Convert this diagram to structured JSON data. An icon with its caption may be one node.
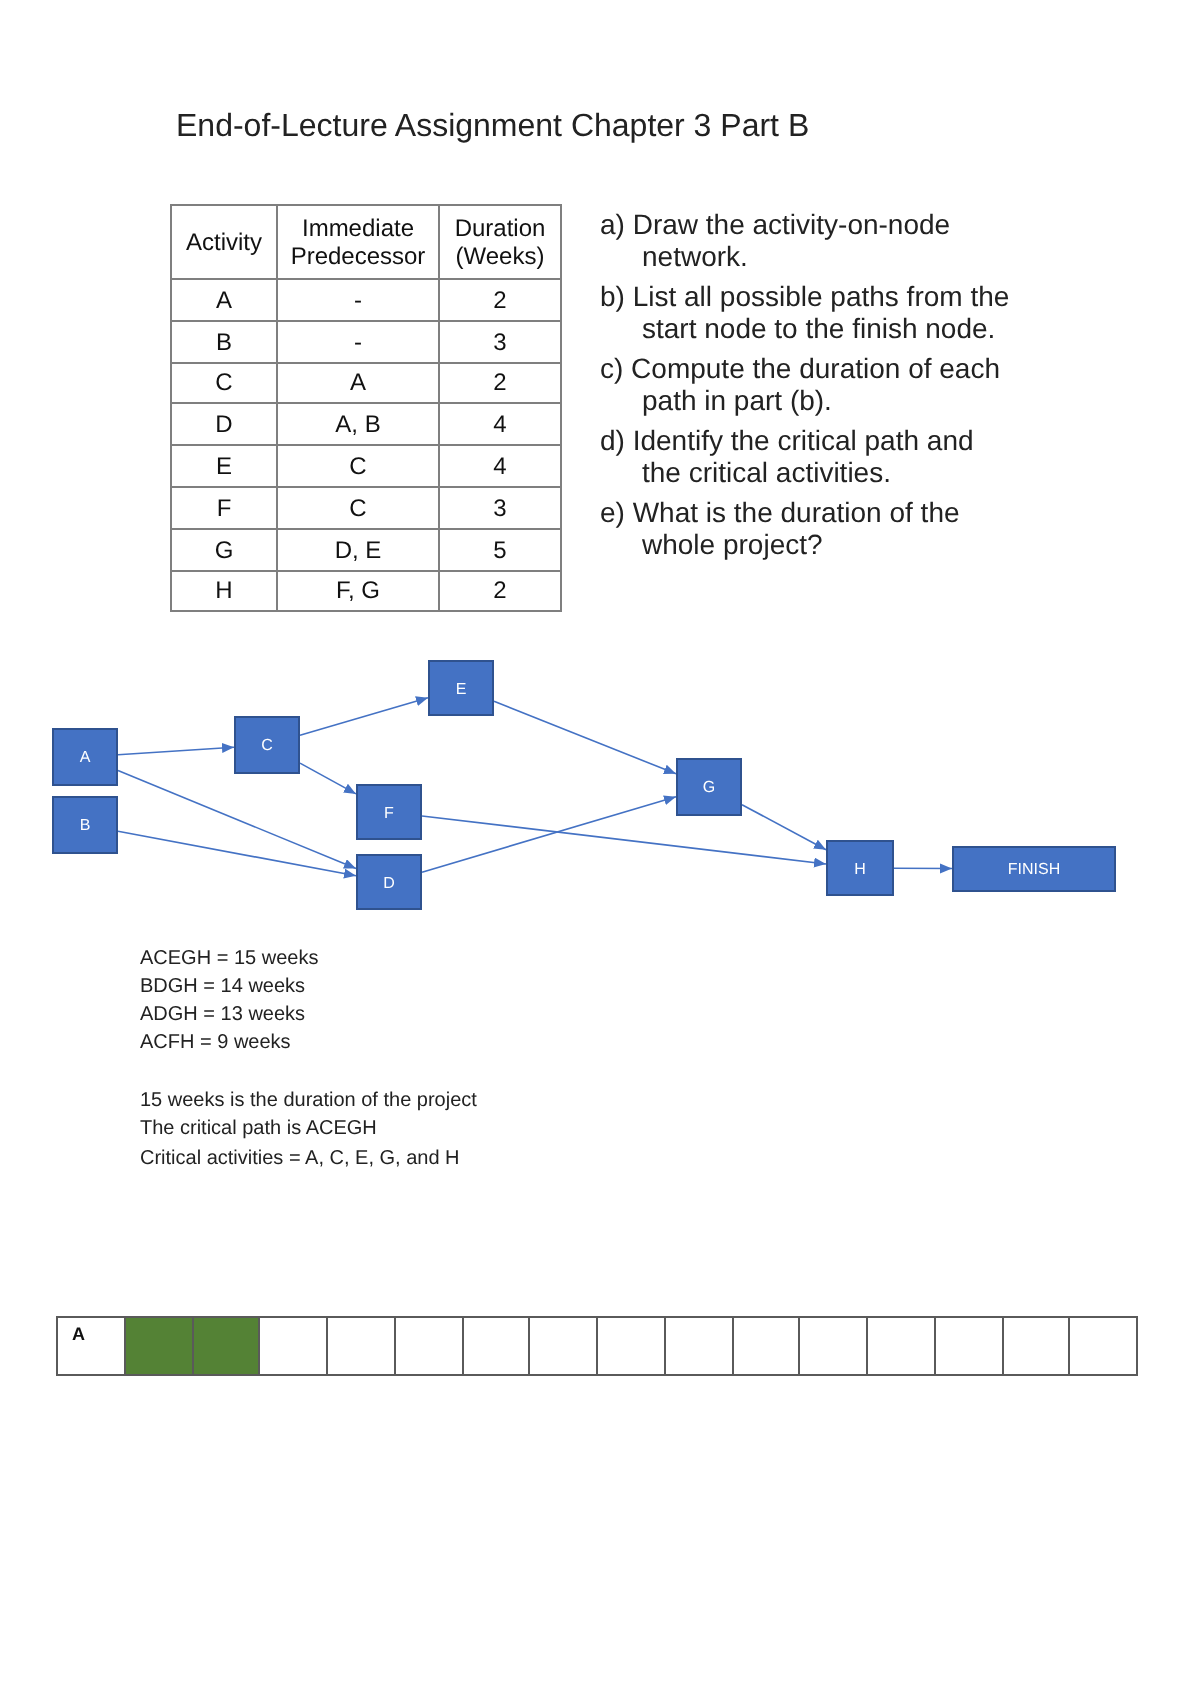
{
  "diagram": {
    "title": "End-of-Lecture Assignment Chapter 3 Part B",
    "nodes": [
      {
        "text": [
          "A"
        ]
      },
      {
        "text": [
          "B"
        ]
      },
      {
        "text": [
          "C"
        ]
      },
      {
        "text": [
          "D"
        ]
      },
      {
        "text": [
          "E"
        ]
      },
      {
        "text": [
          "F"
        ]
      },
      {
        "text": [
          "G"
        ]
      },
      {
        "text": [
          "H"
        ]
      },
      {
        "text": [
          "FINISH"
        ]
      }
    ],
    "edges": [
      {
        "from": 0,
        "to": 2,
        "arrow": "to"
      },
      {
        "from": 0,
        "to": 3,
        "arrow": "to"
      },
      {
        "from": 1,
        "to": 3,
        "arrow": "to"
      },
      {
        "from": 2,
        "to": 4,
        "arrow": "to"
      },
      {
        "from": 2,
        "to": 5,
        "arrow": "to"
      },
      {
        "from": 4,
        "to": 6,
        "arrow": "to"
      },
      {
        "from": 3,
        "to": 6,
        "arrow": "to"
      },
      {
        "from": 5,
        "to": 7,
        "arrow": "to"
      },
      {
        "from": 6,
        "to": 7,
        "arrow": "to"
      },
      {
        "from": 7,
        "to": 8,
        "arrow": "to"
      }
    ],
    "labels": [
      "Activity",
      "Immediate Predecessor",
      "Duration (Weeks)",
      "A",
      "-",
      "2",
      "B",
      "-",
      "3",
      "C",
      "A",
      "2",
      "D",
      "A, B",
      "4",
      "E",
      "C",
      "4",
      "F",
      "C",
      "3",
      "G",
      "D, E",
      "5",
      "H",
      "F, G",
      "2",
      "a) Draw the activity-on-node network.",
      "b) List all possible paths from the start node to the finish node.",
      "c) Compute the duration of each path in part (b).",
      "d) Identify the critical path and the critical activities.",
      "e) What is the duration of the whole project?",
      "ACEGH = 15 weeks",
      "BDGH = 14 weeks",
      "ADGH = 13 weeks",
      "ACFH = 9 weeks",
      "15 weeks is the duration of the project",
      "The critical path is ACEGH",
      "Critical activities = A, C, E, G, and H",
      "A"
    ]
  }
}
